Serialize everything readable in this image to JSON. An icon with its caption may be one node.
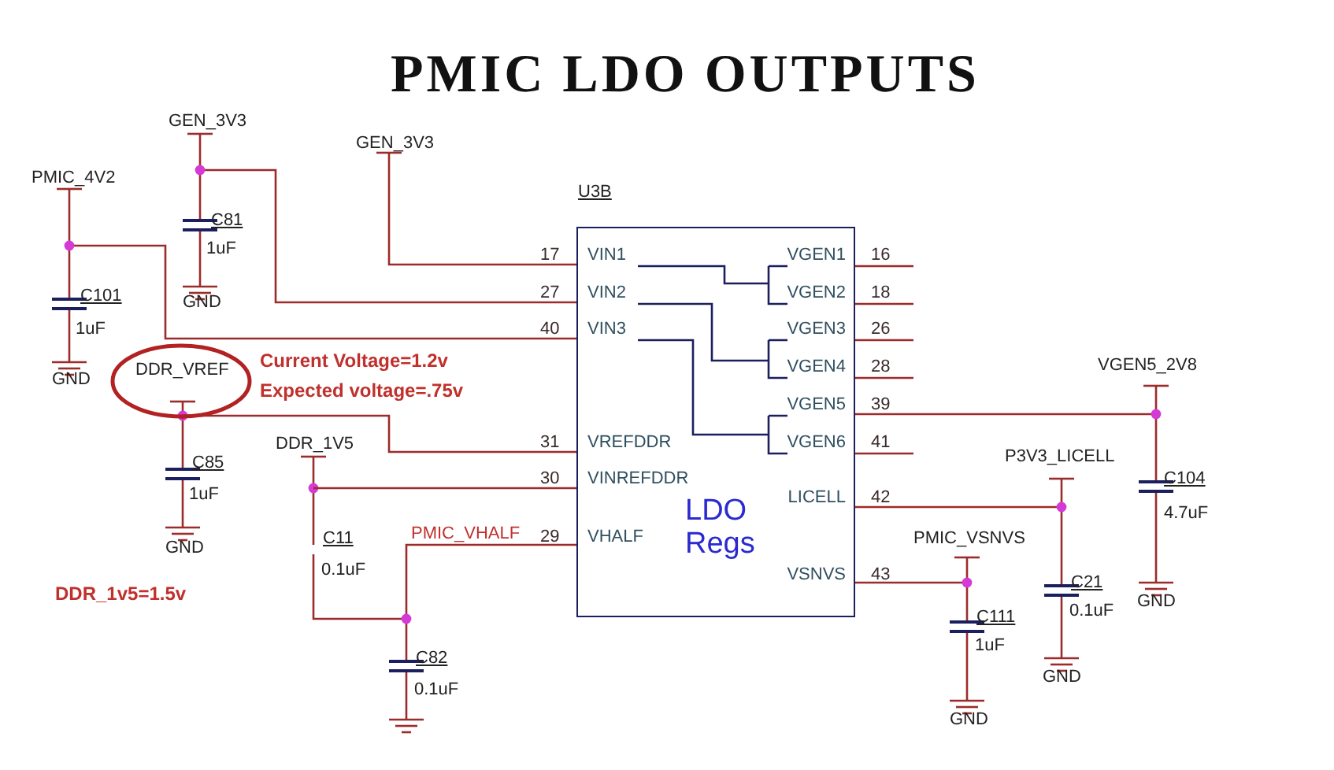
{
  "diagram": {
    "title": "PMIC LDO OUTPUTS",
    "nodes": [
      {
        "text": [
          "U3B",
          "VIN1",
          "VIN2",
          "VIN3",
          "VREFDDR",
          "VINREFDDR",
          "VHALF",
          "VGEN1",
          "VGEN2",
          "VGEN3",
          "VGEN4",
          "VGEN5",
          "VGEN6",
          "LICELL",
          "VSNVS",
          "LDO Regs"
        ]
      },
      {
        "text": [
          "DDR_VREF"
        ]
      }
    ],
    "edges": [
      {
        "from": 1,
        "to": 0,
        "arrow": "none"
      }
    ],
    "labels": [
      "GEN_3V3",
      "GEN_3V3",
      "PMIC_4V2",
      "C81",
      "1uF",
      "GND",
      "17",
      "27",
      "C101",
      "1uF",
      "40",
      "GND",
      "Current Voltage=1.2v",
      "Expected voltage=.75v",
      "16",
      "18",
      "26",
      "28",
      "39",
      "41",
      "VGEN5_2V8",
      "31",
      "DDR_1V5",
      "C85",
      "1uF",
      "GND",
      "30",
      "P3V3_LICELL",
      "C104",
      "4.7uF",
      "42",
      "GND",
      "PMIC_VHALF",
      "29",
      "C11",
      "0.1uF",
      "PMIC_VSNVS",
      "43",
      "DDR_1v5=1.5v",
      "C21",
      "0.1uF",
      "C111",
      "1uF",
      "GND",
      "C82",
      "0.1uF",
      "GND"
    ]
  }
}
